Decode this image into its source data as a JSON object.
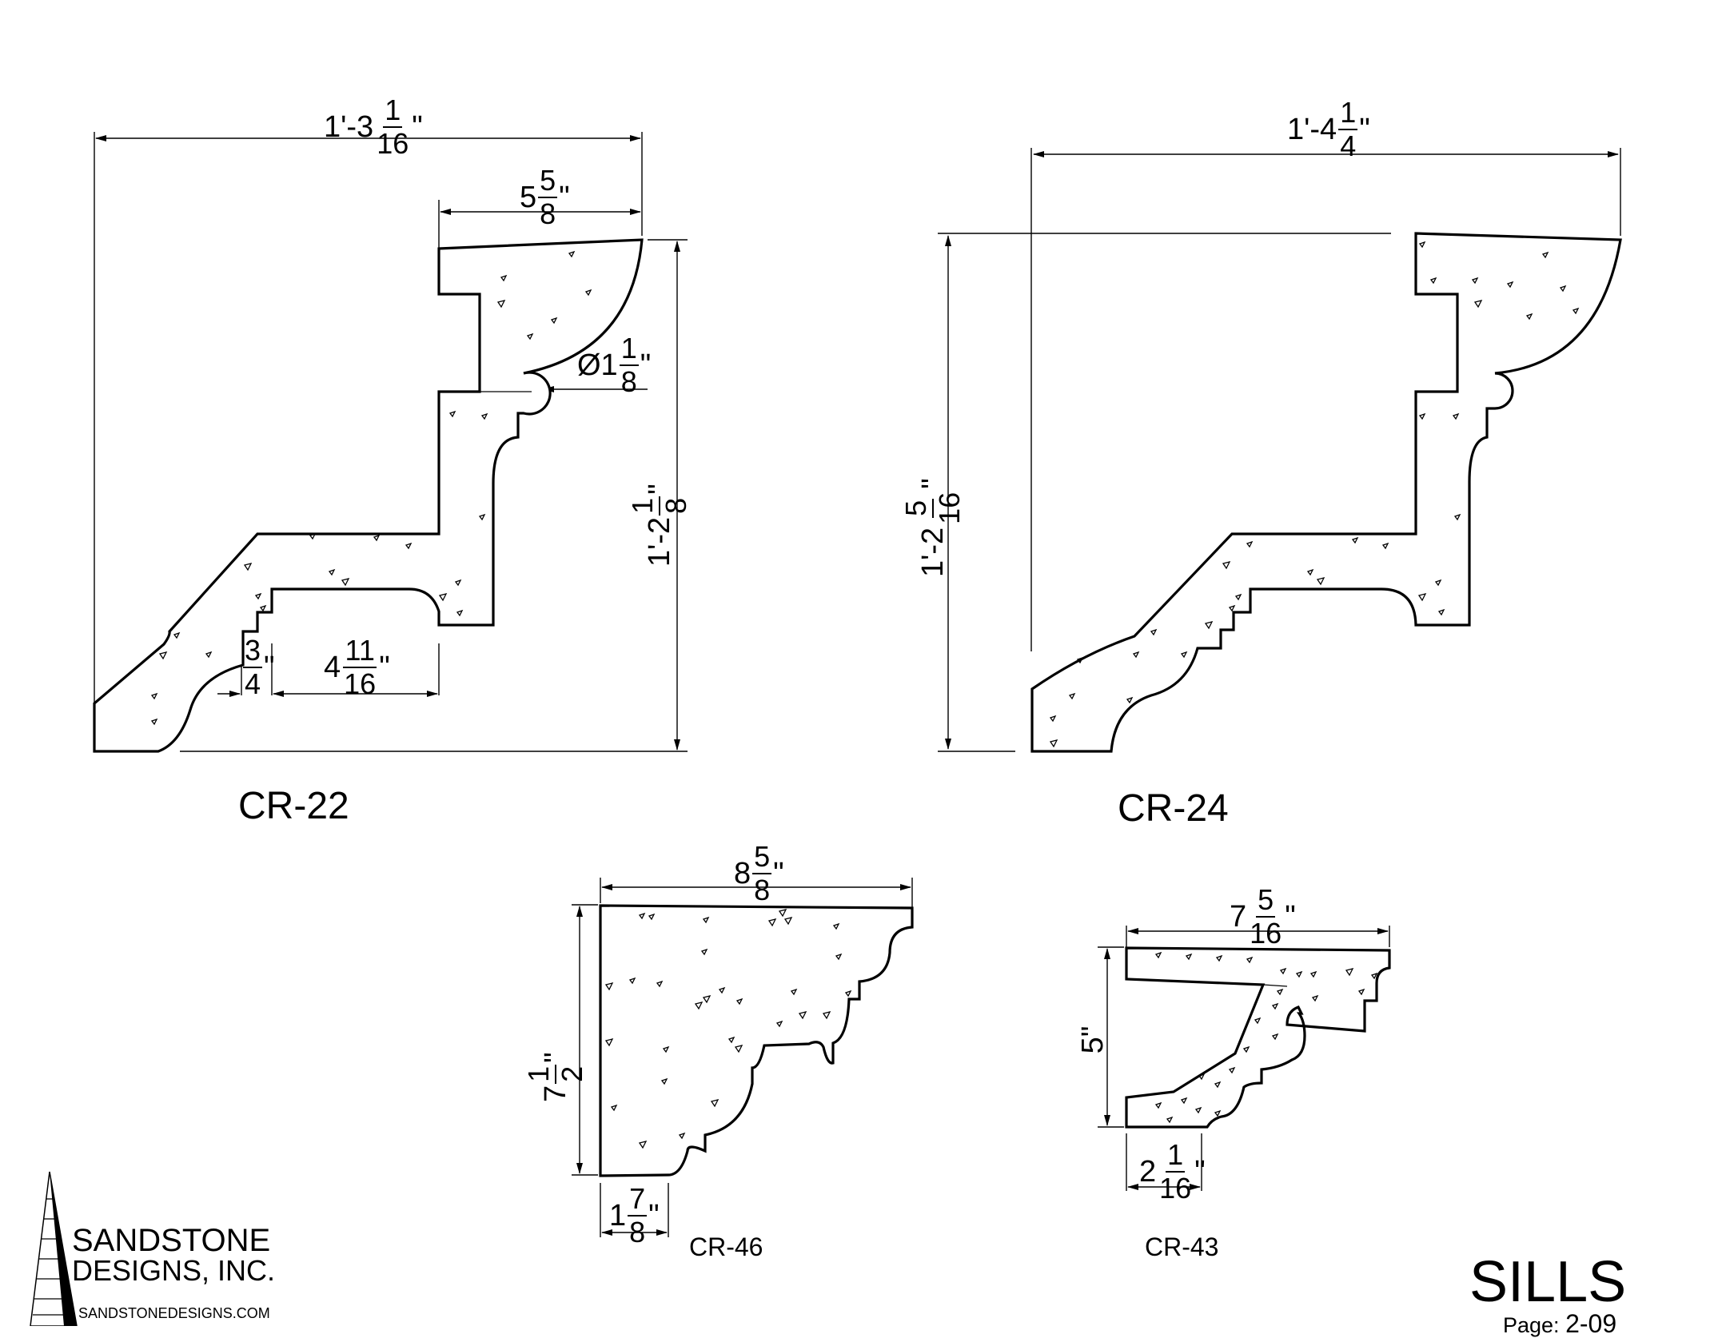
{
  "profiles": {
    "cr22": {
      "label": "CR-22",
      "overall_width": {
        "whole": "1'-3",
        "num": "1",
        "den": "16",
        "unit": "\""
      },
      "top_width": {
        "whole": "5",
        "num": "5",
        "den": "8",
        "unit": "\""
      },
      "diameter": {
        "whole": "Ø1",
        "num": "1",
        "den": "8",
        "unit": "\""
      },
      "height": {
        "whole": "1'-2",
        "num": "1",
        "den": "8",
        "unit": "\""
      },
      "step": {
        "whole": "",
        "num": "3",
        "den": "4",
        "unit": "\""
      },
      "bottom_width": {
        "whole": "4",
        "num": "11",
        "den": "16",
        "unit": "\""
      }
    },
    "cr24": {
      "label": "CR-24",
      "overall_width": {
        "whole": "1'-4",
        "num": "1",
        "den": "4",
        "unit": "\""
      },
      "height": {
        "whole": "1'-2",
        "num": "5",
        "den": "16",
        "unit": "\""
      }
    },
    "cr46": {
      "label": "CR-46",
      "width": {
        "whole": "8",
        "num": "5",
        "den": "8",
        "unit": "\""
      },
      "height": {
        "whole": "7",
        "num": "1",
        "den": "2",
        "unit": "\""
      },
      "bottom_width": {
        "whole": "1",
        "num": "7",
        "den": "8",
        "unit": "\""
      }
    },
    "cr43": {
      "label": "CR-43",
      "width": {
        "whole": "7",
        "num": "5",
        "den": "16",
        "unit": "\""
      },
      "height": "5\"",
      "bottom_width": {
        "whole": "2",
        "num": "1",
        "den": "16",
        "unit": "\""
      }
    }
  },
  "logo": {
    "line1": "SANDSTONE",
    "line2": "DESIGNS, INC.",
    "url": "SANDSTONEDESIGNS.COM"
  },
  "title": {
    "main": "SILLS",
    "page_label": "Page:",
    "page_number": "2-09"
  }
}
